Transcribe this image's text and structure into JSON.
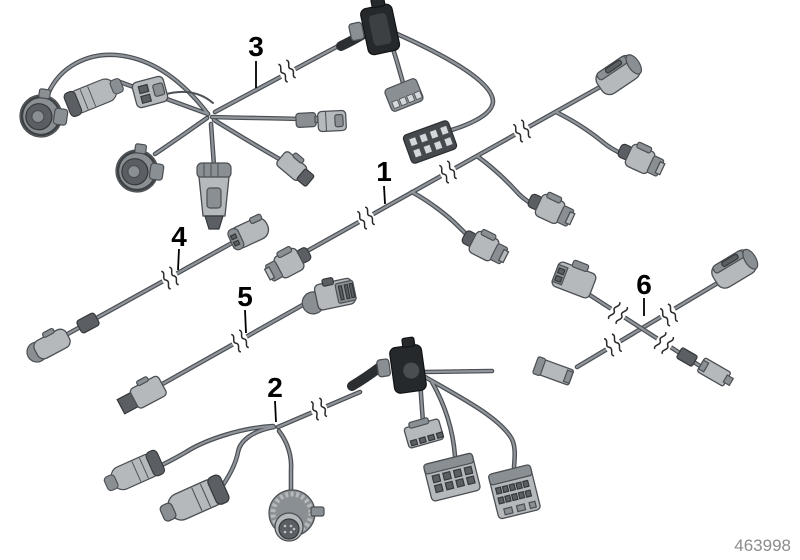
{
  "figure": {
    "callouts": {
      "c1": "1",
      "c2": "2",
      "c3": "3",
      "c4": "4",
      "c5": "5",
      "c6": "6"
    },
    "part_number": "463998"
  },
  "colors": {
    "background": "#ffffff",
    "cable_outline": "#4b4f53",
    "cable_fill": "#8f959a",
    "connector_light": "#b5b9bc",
    "connector_mid": "#8a8f93",
    "connector_dark": "#5b5f63",
    "black_part": "#26292c",
    "callout_text": "#000000",
    "part_number_text": "#8c8c8c"
  }
}
